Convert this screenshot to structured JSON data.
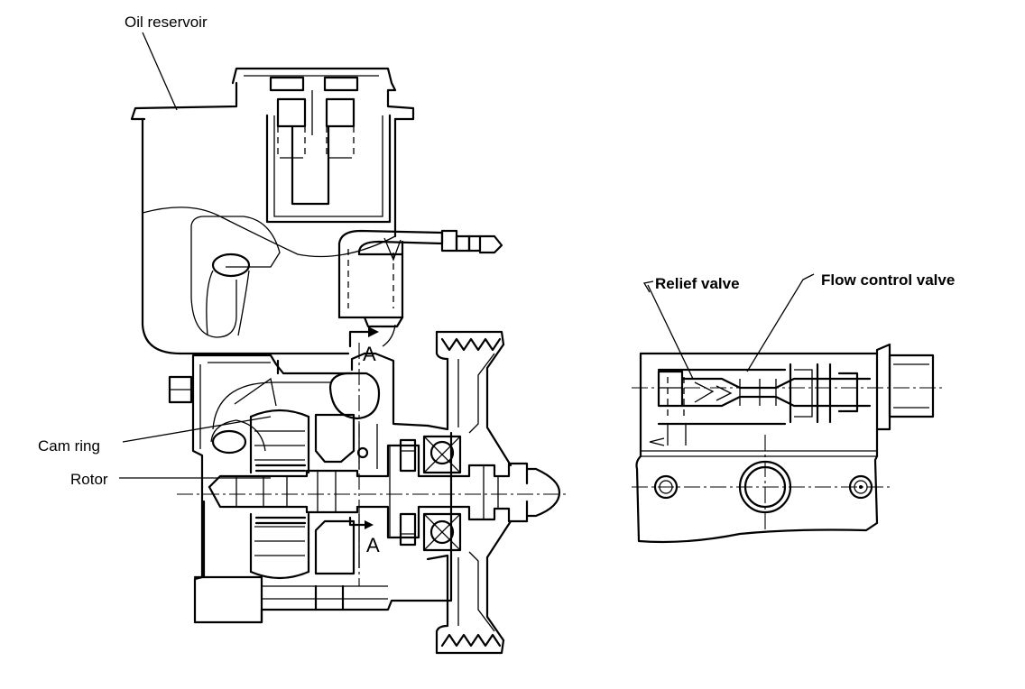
{
  "labels": {
    "oil_reservoir": "Oil reservoir",
    "cam_ring": "Cam ring",
    "rotor": "Rotor",
    "relief_valve": "Relief valve",
    "flow_control_valve": "Flow control valve",
    "section_top": "A",
    "section_bottom": "A"
  }
}
